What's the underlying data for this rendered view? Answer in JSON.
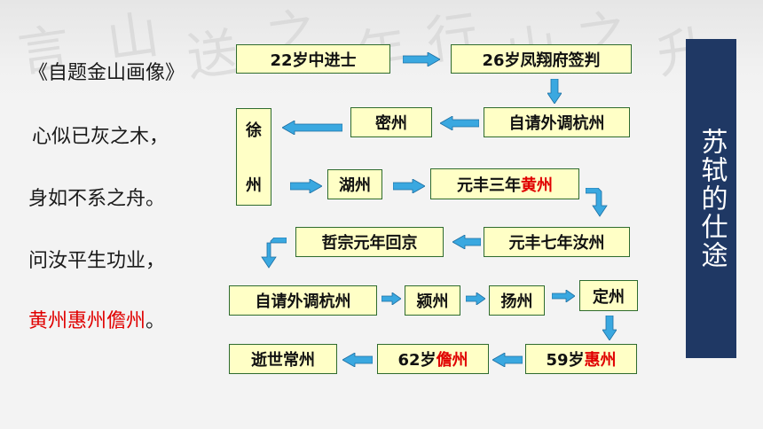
{
  "poem": {
    "title": "《自题金山画像》",
    "line1": "心似已灰之木，",
    "line2": "身如不系之舟。",
    "line3": "问汝平生功业，",
    "line4_red": "黄州惠州儋州",
    "line4_end": "。"
  },
  "side_title": "苏轼的仕途",
  "nodes": {
    "jinshi": "22岁中进士",
    "fengxiang": "26岁凤翔府签判",
    "hangzhou1": "自请外调杭州",
    "mizhou": "密州",
    "xuzhou_1": "徐",
    "xuzhou_2": "州",
    "huzhou": "湖州",
    "huangzhou_prefix": "元丰三年",
    "huangzhou_red": "黄州",
    "ruzhou": "元丰七年汝州",
    "huijing": "哲宗元年回京",
    "hangzhou2": "自请外调杭州",
    "yingzhou": "颍州",
    "yangzhou": "扬州",
    "dingzhou": "定州",
    "huizhou_prefix": "59岁",
    "huizhou_red": "惠州",
    "danzhou_prefix": "62岁",
    "danzhou_red": "儋州",
    "changzhou": "逝世常州"
  },
  "colors": {
    "box_fill": "#ffffc6",
    "box_border": "#2e6b2e",
    "arrow": "#3aa8e0",
    "highlight": "#e00000",
    "panel": "#1f3864"
  }
}
